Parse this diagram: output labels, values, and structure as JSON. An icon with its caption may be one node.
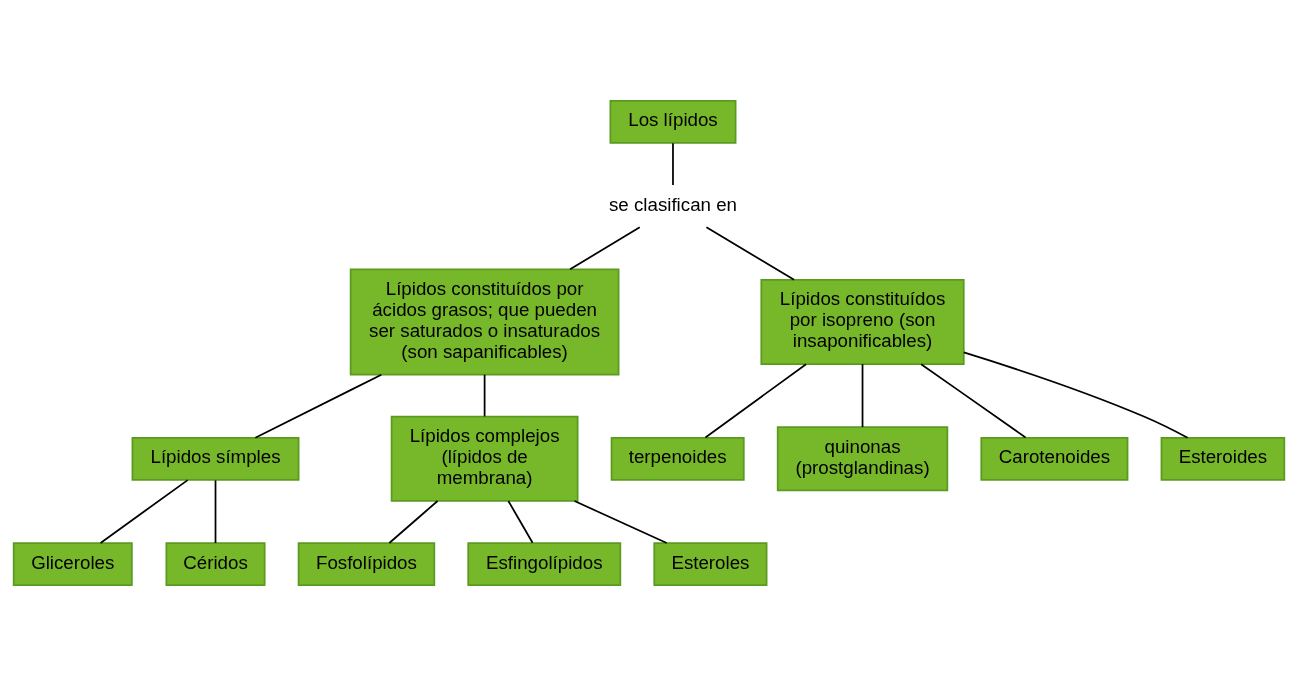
{
  "diagram": {
    "nodes": [
      {
        "text": [
          "Los lípidos"
        ]
      },
      {
        "text": [
          "se clasifican en"
        ]
      },
      {
        "text": [
          "Lípidos constituídos por ácidos grasos; que pueden ser saturados o insaturados (son sapanificables)"
        ]
      },
      {
        "text": [
          "Lípidos constituídos por isopreno (son insaponificables)"
        ]
      },
      {
        "text": [
          "Lípidos símples"
        ]
      },
      {
        "text": [
          "Lípidos complejos (lípidos de membrana)"
        ]
      },
      {
        "text": [
          "Gliceroles"
        ]
      },
      {
        "text": [
          "Céridos"
        ]
      },
      {
        "text": [
          "Fosfolípidos"
        ]
      },
      {
        "text": [
          "Esfingolípidos"
        ]
      },
      {
        "text": [
          "Esteroles"
        ]
      },
      {
        "text": [
          "terpenoides"
        ]
      },
      {
        "text": [
          "quinonas (prostglandinas)"
        ]
      },
      {
        "text": [
          "Carotenoides"
        ]
      },
      {
        "text": [
          "Esteroides"
        ]
      }
    ],
    "edges": [
      {
        "from": 0,
        "to": 1,
        "arrow": "none"
      },
      {
        "from": 1,
        "to": 2,
        "arrow": "none"
      },
      {
        "from": 1,
        "to": 3,
        "arrow": "none"
      },
      {
        "from": 2,
        "to": 4,
        "arrow": "none"
      },
      {
        "from": 2,
        "to": 5,
        "arrow": "none"
      },
      {
        "from": 4,
        "to": 6,
        "arrow": "none"
      },
      {
        "from": 4,
        "to": 7,
        "arrow": "none"
      },
      {
        "from": 5,
        "to": 8,
        "arrow": "none"
      },
      {
        "from": 5,
        "to": 9,
        "arrow": "none"
      },
      {
        "from": 5,
        "to": 10,
        "arrow": "none"
      },
      {
        "from": 3,
        "to": 11,
        "arrow": "none"
      },
      {
        "from": 3,
        "to": 12,
        "arrow": "none"
      },
      {
        "from": 3,
        "to": 13,
        "arrow": "none"
      },
      {
        "from": 3,
        "to": 14,
        "arrow": "none"
      }
    ]
  }
}
